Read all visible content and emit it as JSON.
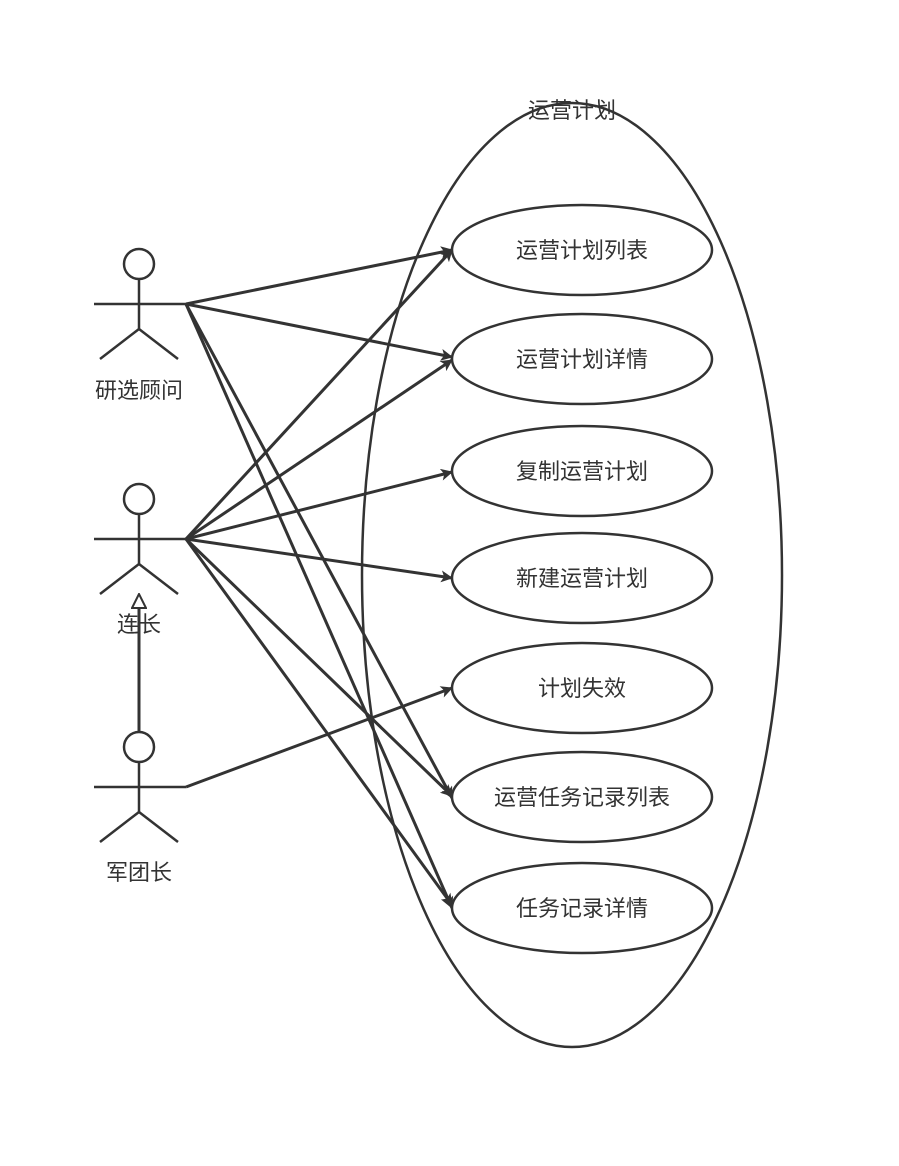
{
  "diagram": {
    "type": "use-case",
    "boundary_label": "运营计划",
    "actors": [
      {
        "id": "consultant",
        "label": "研选顾问"
      },
      {
        "id": "company_leader",
        "label": "连长"
      },
      {
        "id": "regiment_leader",
        "label": "军团长"
      }
    ],
    "use_cases": [
      {
        "id": "plan_list",
        "label": "运营计划列表"
      },
      {
        "id": "plan_detail",
        "label": "运营计划详情"
      },
      {
        "id": "copy_plan",
        "label": "复制运营计划"
      },
      {
        "id": "new_plan",
        "label": "新建运营计划"
      },
      {
        "id": "plan_invalid",
        "label": "计划失效"
      },
      {
        "id": "task_record_list",
        "label": "运营任务记录列表"
      },
      {
        "id": "task_record_detail",
        "label": "任务记录详情"
      }
    ],
    "associations": [
      {
        "from": "consultant",
        "to": "plan_list"
      },
      {
        "from": "consultant",
        "to": "plan_detail"
      },
      {
        "from": "consultant",
        "to": "task_record_list"
      },
      {
        "from": "consultant",
        "to": "task_record_detail"
      },
      {
        "from": "company_leader",
        "to": "plan_list"
      },
      {
        "from": "company_leader",
        "to": "plan_detail"
      },
      {
        "from": "company_leader",
        "to": "copy_plan"
      },
      {
        "from": "company_leader",
        "to": "new_plan"
      },
      {
        "from": "company_leader",
        "to": "task_record_list"
      },
      {
        "from": "company_leader",
        "to": "task_record_detail"
      },
      {
        "from": "regiment_leader",
        "to": "plan_invalid"
      }
    ],
    "generalizations": [
      {
        "from": "regiment_leader",
        "to": "company_leader"
      }
    ]
  }
}
